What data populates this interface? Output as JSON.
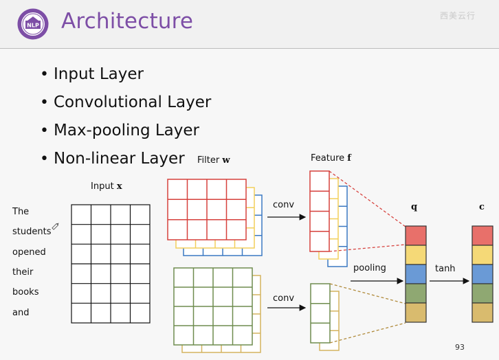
{
  "slide": {
    "title": "Architecture",
    "page_number": "93",
    "watermark": "西美云行"
  },
  "bullets": [
    "Input Layer",
    "Convolutional Layer",
    "Max-pooling Layer",
    "Non-linear Layer"
  ],
  "diagram": {
    "input_label": "Input",
    "input_symbol": "x",
    "filter_label": "Filter",
    "filter_symbol": "w",
    "feature_label": "Feature",
    "feature_symbol": "f",
    "q_label": "q",
    "c_label": "c",
    "conv_label_top": "conv",
    "conv_label_bottom": "conv",
    "pooling_label": "pooling",
    "tanh_label": "tanh",
    "words": [
      "The",
      "students",
      "opened",
      "their",
      "books",
      "and"
    ],
    "colors": {
      "red": "#d6403c",
      "yellow": "#f2cf5b",
      "blue": "#3a78c2",
      "green": "#6e8c4e",
      "tan": "#d4b35f",
      "purple": "#7d4ea6"
    },
    "vector_cells": [
      "red-cell",
      "yellow-cell",
      "blue-cell",
      "green-cell",
      "tan-cell"
    ]
  }
}
